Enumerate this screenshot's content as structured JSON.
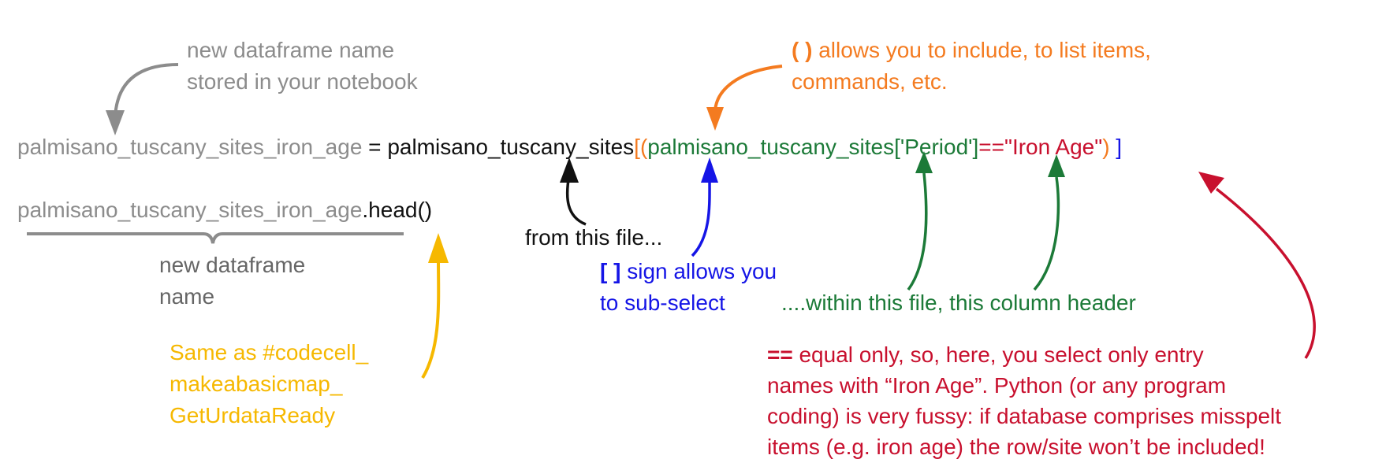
{
  "code": {
    "line1": {
      "new_name": "palmisano_tuscany_sites_iron_age",
      "assign": " = ",
      "source": "palmisano_tuscany_sites",
      "bracket_open": "[",
      "paren_open": "(",
      "inner_source": "palmisano_tuscany_sites",
      "col_open": "['",
      "column": "Period",
      "col_close": "']",
      "equals": "==",
      "value": "\"Iron Age\"",
      "paren_close": ")",
      "bracket_close": " ]"
    },
    "line2": {
      "name": "palmisano_tuscany_sites_iron_age",
      "method": ".head()"
    }
  },
  "annotations": {
    "new_df_stored": [
      "new dataframe name",
      "stored in your notebook"
    ],
    "parens": {
      "symbol": "( )",
      "text1": " allows you to include, to list items,",
      "text2": "commands, etc."
    },
    "from_file": "from this file...",
    "brackets": {
      "symbol": "[ ]",
      "text1": " sign allows you",
      "text2": "to sub-select"
    },
    "within_file": "....within this file, this column header",
    "new_df_name": [
      "new dataframe",
      "name"
    ],
    "same_as": [
      "Same as #codecell_",
      "makeabasicmap_",
      "GetUrdataReady"
    ],
    "equals_note": {
      "symbol": "==",
      "lines": [
        " equal only, so, here, you select only entry",
        "names with “Iron Age”. Python (or any program",
        "coding) is very fussy: if database comprises misspelt",
        "items (e.g. iron age) the row/site won’t be included!"
      ]
    }
  },
  "colors": {
    "gray": "#8c8c8c",
    "black": "#111111",
    "orange": "#f47b20",
    "green": "#1c7a38",
    "blue": "#1515e6",
    "red": "#c8102e",
    "yellow": "#f6b800"
  }
}
